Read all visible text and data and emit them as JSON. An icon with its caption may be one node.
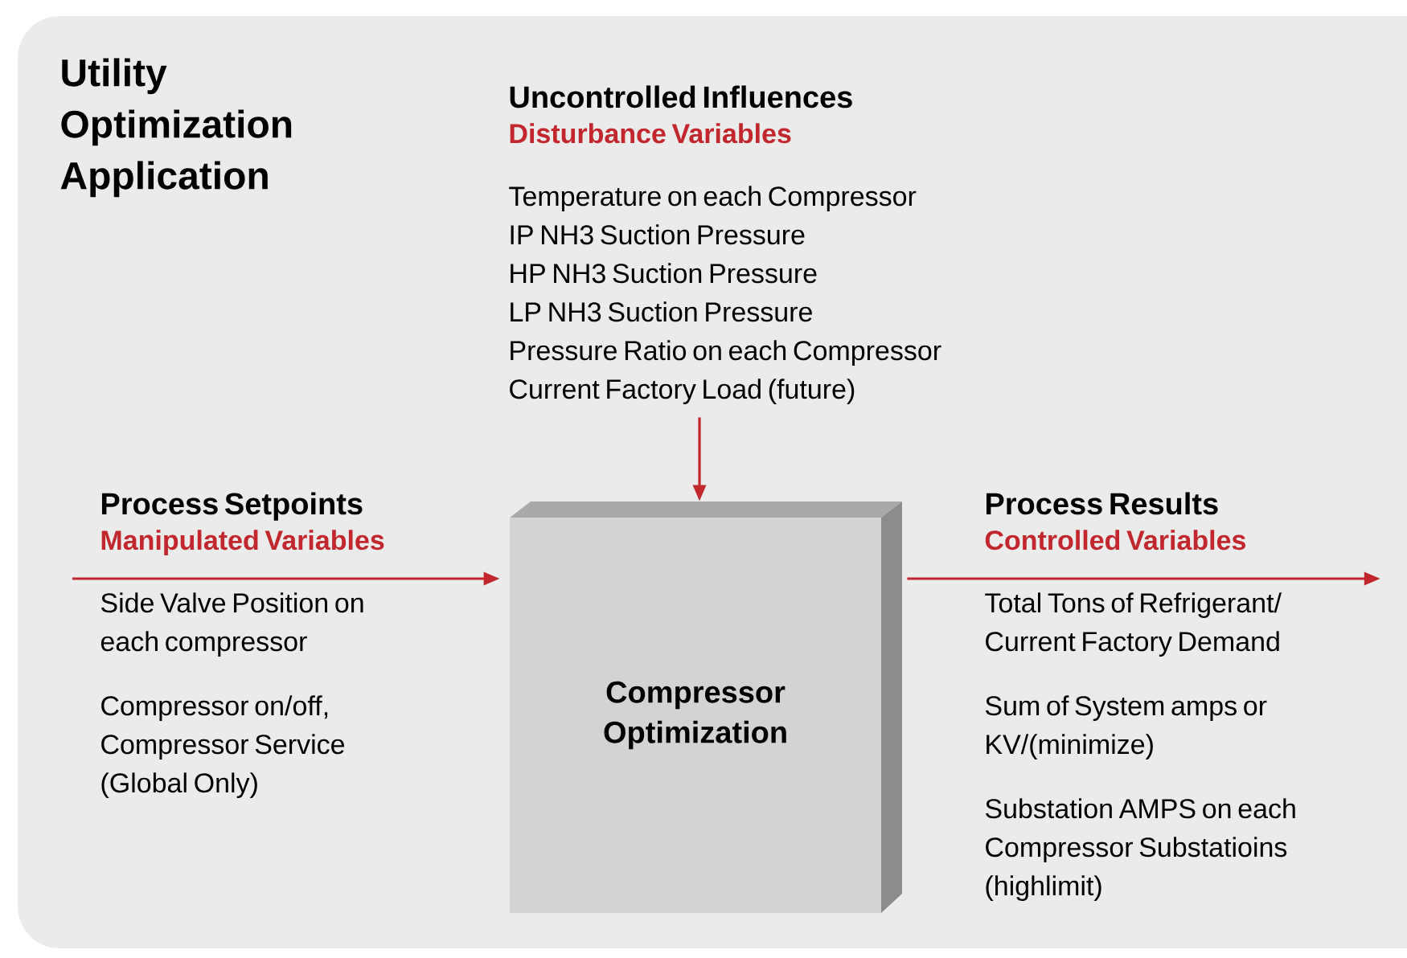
{
  "diagram": {
    "title": "Utility Optimization Application",
    "nodes": [
      {
        "text": [
          "Compressor Optimization"
        ]
      },
      {
        "text": [
          "Uncontrolled Influences",
          "Disturbance Variables",
          "Temperature on each Compressor",
          "IP NH3 Suction Pressure",
          "HP NH3 Suction Pressure",
          "LP NH3 Suction Pressure",
          "Pressure Ratio on each Compressor",
          "Current Factory Load (future)"
        ]
      },
      {
        "text": [
          "Process Setpoints",
          "Manipulated Variables",
          "Side Valve Position on each compressor",
          "Compressor on/off, Compressor Service (Global Only)"
        ]
      },
      {
        "text": [
          "Process Results",
          "Controlled Variables",
          "Total Tons of Refrigerant/ Current Factory Demand",
          "Sum of System amps or KV/(minimize)",
          "Substation AMPS on each Compressor Substatioins (highlimit)"
        ]
      }
    ],
    "edges": [
      {
        "from": 1,
        "to": 0,
        "arrow": "to"
      },
      {
        "from": 2,
        "to": 0,
        "arrow": "to"
      },
      {
        "from": 0,
        "to": 3,
        "arrow": "to"
      }
    ]
  }
}
